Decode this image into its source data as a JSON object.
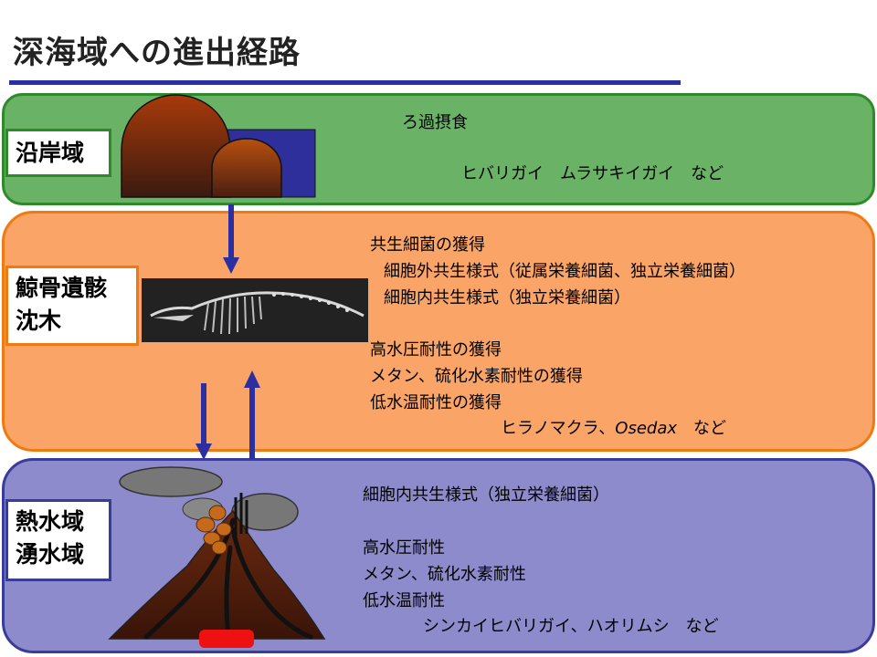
{
  "title": "深海域への進出経路",
  "coastal": {
    "label": "沿岸域",
    "feeding": "ろ過摂食",
    "examples": "ヒバリガイ　ムラサキイガイ　など"
  },
  "whale": {
    "label_line1": "鯨骨遺骸",
    "label_line2": "沈木",
    "line1": "共生細菌の獲得",
    "line2": "細胞外共生様式（従属栄養細菌、独立栄養細菌）",
    "line3": "細胞内共生様式（独立栄養細菌）",
    "line4": "高水圧耐性の獲得",
    "line5": "メタン、硫化水素耐性の獲得",
    "line6": "低水温耐性の獲得",
    "examples_pre": "ヒラノマクラ、",
    "examples_genus": "Osedax",
    "examples_post": "　など"
  },
  "vent": {
    "label_line1": "熱水域",
    "label_line2": "湧水域",
    "line1": "細胞内共生様式（独立栄養細菌）",
    "line2": "高水圧耐性",
    "line3": "メタン、硫化水素耐性",
    "line4": "低水温耐性",
    "examples": "シンカイヒバリガイ、ハオリムシ　など"
  },
  "colors": {
    "coastal_fill": "#6ab266",
    "whale_fill": "#fba467",
    "vent_fill": "#8d8bcb",
    "arrow": "#2b2fa0",
    "accent_rule": "#2b2fa0"
  }
}
